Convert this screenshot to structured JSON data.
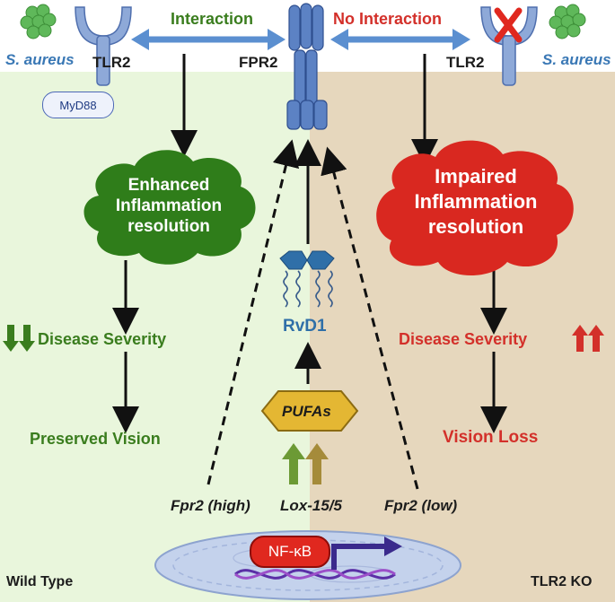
{
  "top": {
    "interaction": "Interaction",
    "no_interaction": "No Interaction",
    "tlr2_left": "TLR2",
    "fpr2": "FPR2",
    "tlr2_right": "TLR2",
    "s_aureus_left": "S. aureus",
    "s_aureus_right": "S. aureus",
    "myd88": "MyD88"
  },
  "left": {
    "cloud_line1": "Enhanced",
    "cloud_line2": "Inflammation",
    "cloud_line3": "resolution",
    "disease_severity": "Disease Severity",
    "outcome": "Preserved Vision",
    "panel_label": "Wild Type"
  },
  "right": {
    "cloud_line1": "Impaired",
    "cloud_line2": "Inflammation",
    "cloud_line3": "resolution",
    "disease_severity": "Disease Severity",
    "outcome": "Vision Loss",
    "panel_label": "TLR2 KO"
  },
  "center": {
    "rvd1": "RvD1",
    "pufas": "PUFAs",
    "fpr2_high": "Fpr2 (high)",
    "lox": "Lox-15/5",
    "fpr2_low": "Fpr2 (low)",
    "nfkb": "NF-κB"
  },
  "colors": {
    "green_text": "#3a7d1e",
    "red_text": "#d3302a",
    "blue_text": "#3a78b5",
    "left_bg": "#e9f6dc",
    "right_bg": "#e6d7bd",
    "green_cloud": "#2f7d1a",
    "red_cloud": "#d92820"
  }
}
